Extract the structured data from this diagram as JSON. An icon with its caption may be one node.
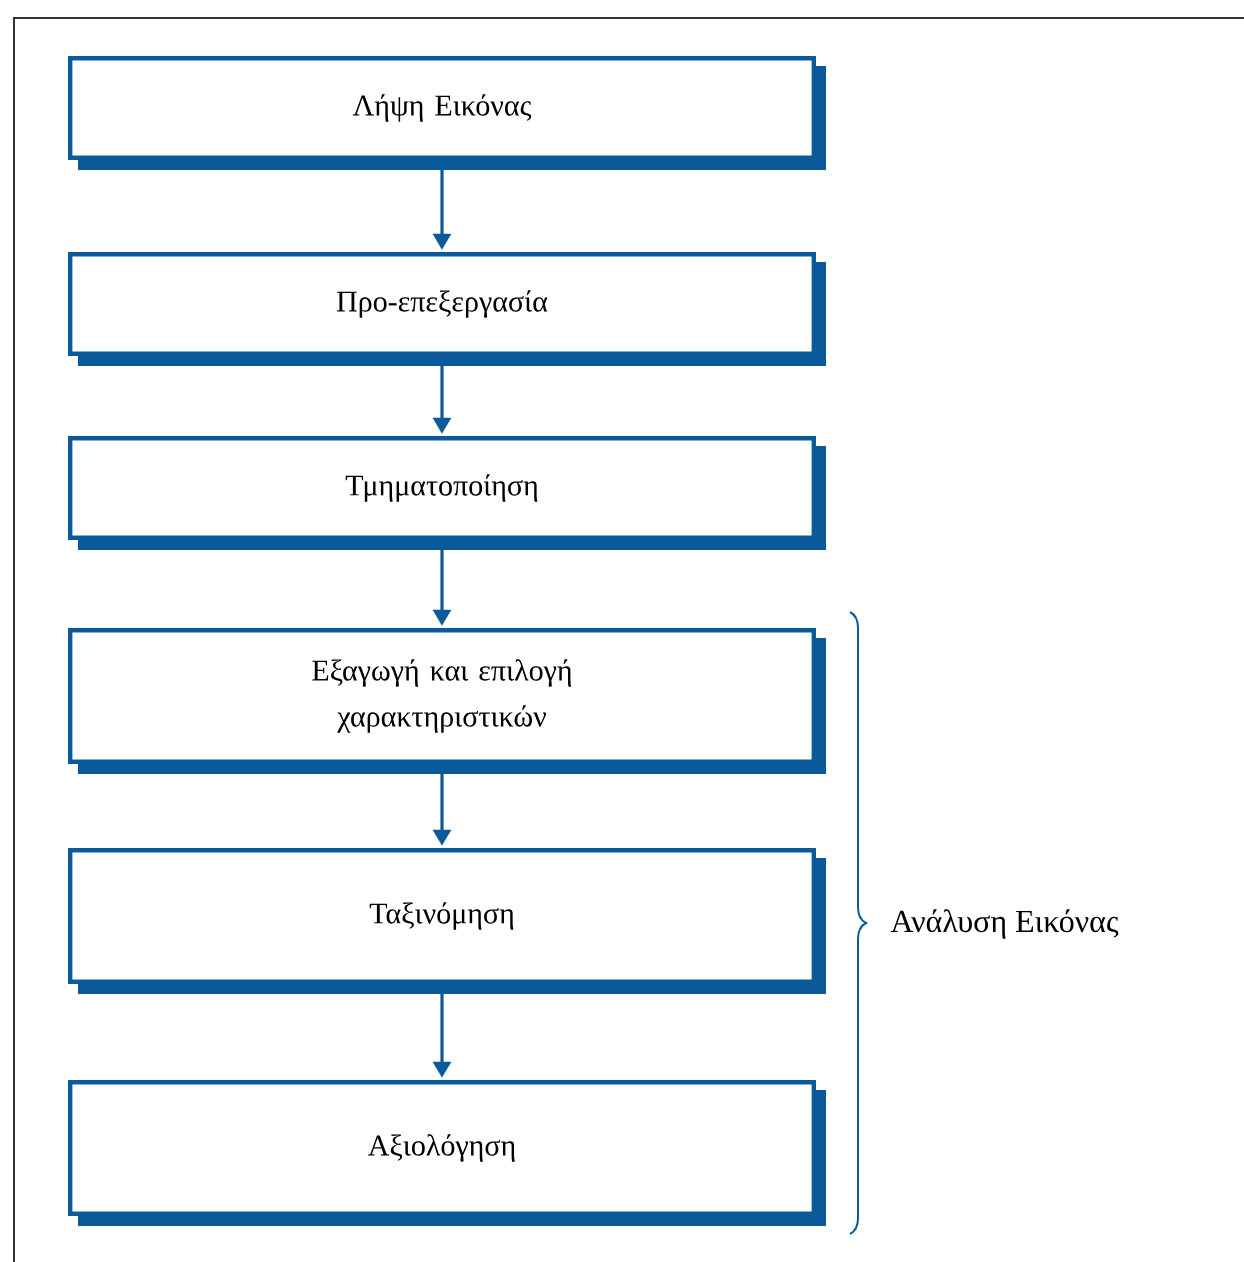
{
  "diagram": {
    "nodes": [
      {
        "text": [
          "Λήψη Εικόνας"
        ]
      },
      {
        "text": [
          "Προ-επεξεργασία"
        ]
      },
      {
        "text": [
          "Τμηματοποίηση"
        ]
      },
      {
        "text": [
          "Εξαγωγή και επιλογή χαρακτηριστικών"
        ]
      },
      {
        "text": [
          "Ταξινόμηση"
        ]
      },
      {
        "text": [
          "Αξιολόγηση"
        ]
      }
    ],
    "edges": [
      {
        "from": 0,
        "to": 1,
        "arrow": "to"
      },
      {
        "from": 1,
        "to": 2,
        "arrow": "to"
      },
      {
        "from": 2,
        "to": 3,
        "arrow": "to"
      },
      {
        "from": 3,
        "to": 4,
        "arrow": "to"
      },
      {
        "from": 4,
        "to": 5,
        "arrow": "to"
      }
    ],
    "labels": [
      "Ανάλυση Εικόνας"
    ]
  }
}
